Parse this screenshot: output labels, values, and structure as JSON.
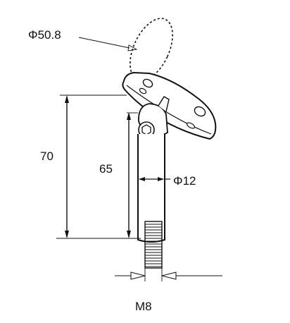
{
  "dimensions": {
    "handrail_diameter": "Φ50.8",
    "total_height": "70",
    "tube_height": "65",
    "tube_diameter": "Φ12",
    "thread": "M8"
  },
  "colors": {
    "line": "#111111",
    "background": "#ffffff"
  }
}
